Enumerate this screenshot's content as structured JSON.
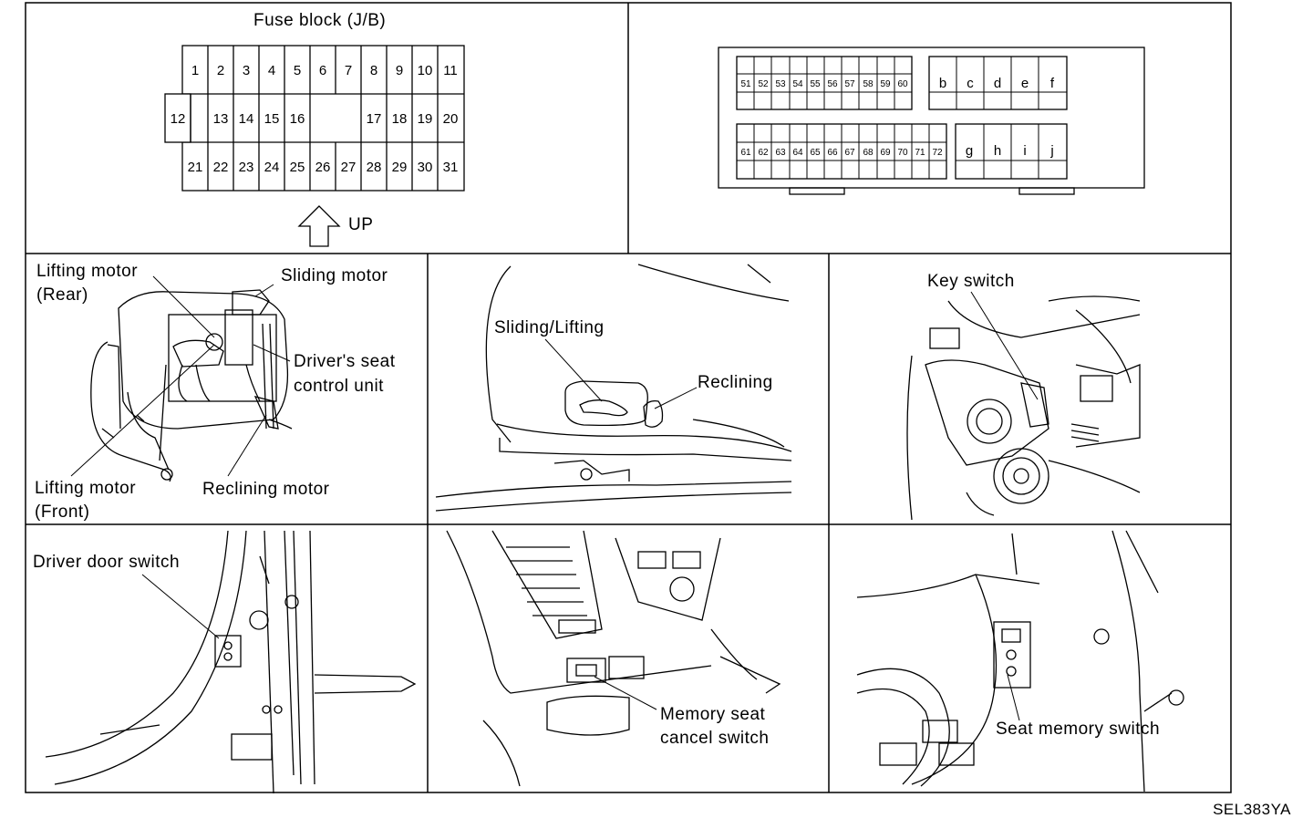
{
  "fuse_block": {
    "title": "Fuse block (J/B)",
    "row1": [
      "1",
      "2",
      "3",
      "4",
      "5",
      "6",
      "7",
      "8",
      "9",
      "10",
      "11"
    ],
    "row2_left": [
      "13",
      "14",
      "15",
      "16"
    ],
    "row2_right": [
      "17",
      "18",
      "19",
      "20"
    ],
    "row3": [
      "21",
      "22",
      "23",
      "24",
      "25",
      "26",
      "27",
      "28",
      "29",
      "30",
      "31"
    ],
    "side": "12",
    "up_label": "UP"
  },
  "connector_block": {
    "row_a_numbers": [
      "51",
      "52",
      "53",
      "54",
      "55",
      "56",
      "57",
      "58",
      "59",
      "60"
    ],
    "row_a_letters": [
      "b",
      "c",
      "d",
      "e",
      "f"
    ],
    "row_b_numbers": [
      "61",
      "62",
      "63",
      "64",
      "65",
      "66",
      "67",
      "68",
      "69",
      "70",
      "71",
      "72"
    ],
    "row_b_letters": [
      "g",
      "h",
      "i",
      "j"
    ]
  },
  "seat_panel": {
    "lifting_rear_1": "Lifting motor",
    "lifting_rear_2": "(Rear)",
    "sliding": "Sliding motor",
    "control_1": "Driver's seat",
    "control_2": "control unit",
    "lifting_front_1": "Lifting motor",
    "lifting_front_2": "(Front)",
    "reclining_motor": "Reclining motor"
  },
  "switch_panel": {
    "sliding_lifting": "Sliding/Lifting",
    "reclining": "Reclining"
  },
  "key_panel": {
    "key_switch": "Key switch"
  },
  "door_panel": {
    "driver_door": "Driver door switch"
  },
  "cancel_panel": {
    "line1": "Memory seat",
    "line2": "cancel switch"
  },
  "memory_panel": {
    "seat_memory": "Seat memory switch"
  },
  "figure_id": "SEL383YA"
}
